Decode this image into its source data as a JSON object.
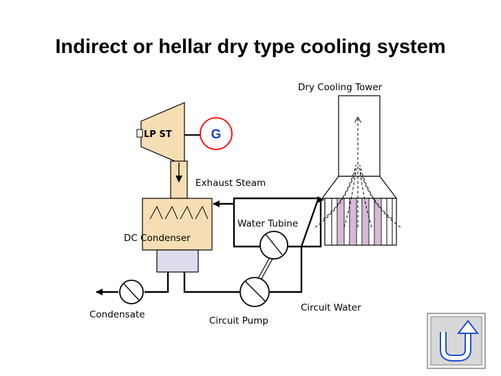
{
  "title": "Indirect or hellar dry type cooling system",
  "labels": {
    "dry_cooling_tower": "Dry Cooling Tower",
    "lp_st": "LP ST",
    "generator": "G",
    "exhaust_steam": "Exhaust Steam",
    "water_turbine": "Water Tubine",
    "dc_condenser": "DC Condenser",
    "condensate": "Condensate",
    "circuit_pump": "Circuit Pump",
    "circuit_water": "Circuit Water"
  },
  "colors": {
    "turbine_fill": "#f5deb3",
    "tower_fill": "#ffffff",
    "condenser_fill": "#f5deb3",
    "hotwell_fill": "#dcdcec",
    "generator_ring": "#ff0000",
    "generator_text": "#1040c8",
    "nav_button_fill": "#d8d8d8"
  },
  "icons": {
    "nav_button": "return-u-turn-arrow-icon"
  }
}
